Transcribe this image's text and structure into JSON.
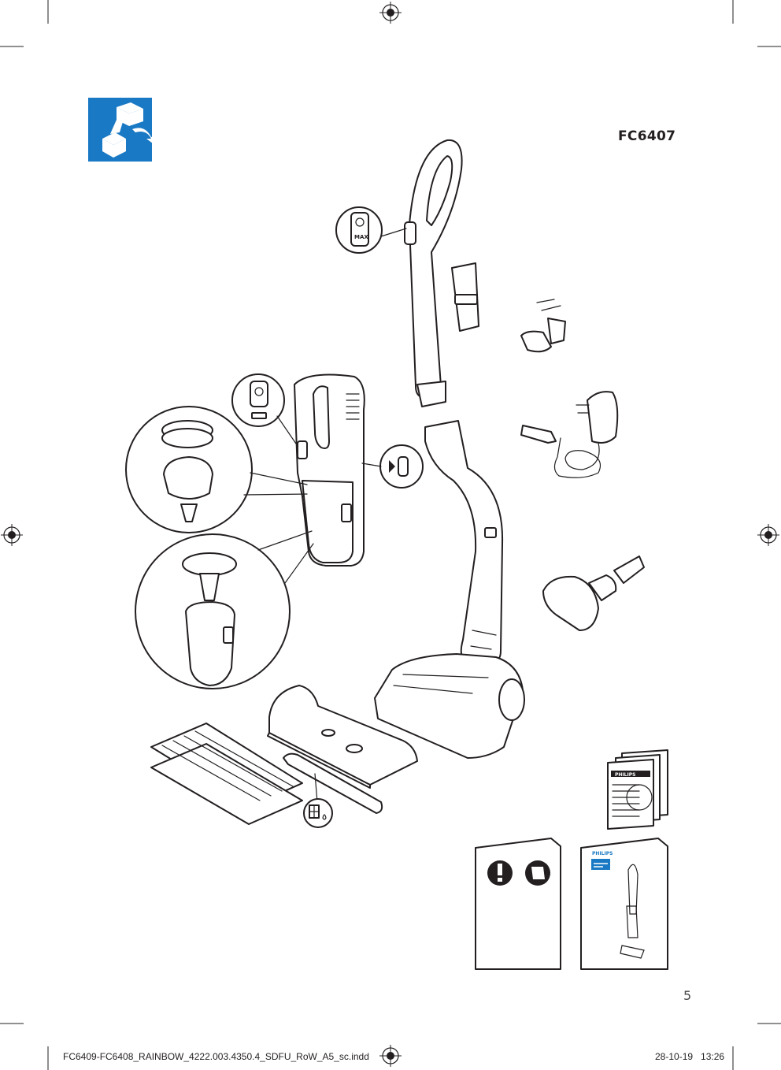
{
  "header": {
    "model": "FC6407"
  },
  "illustration": {
    "power_button_label": "MAX",
    "leaflet_brand": "PHILIPS",
    "manual_brand": "PHILIPS"
  },
  "icons": {
    "box_contents": "unboxing-icon",
    "warning": "warning-icon",
    "read_manual": "read-manual-icon",
    "registration_marks": "crosshair-icon",
    "wet_mop": "wet-pad-icon"
  },
  "colors": {
    "accent": "#1a79c4",
    "line": "#231f20",
    "paper": "#ffffff"
  },
  "footer": {
    "page_number": "5",
    "file_name": "FC6409-FC6408_RAINBOW_4222.003.4350.4_SDFU_RoW_A5_sc.indd",
    "date_time": "28-10-19   13:26"
  }
}
